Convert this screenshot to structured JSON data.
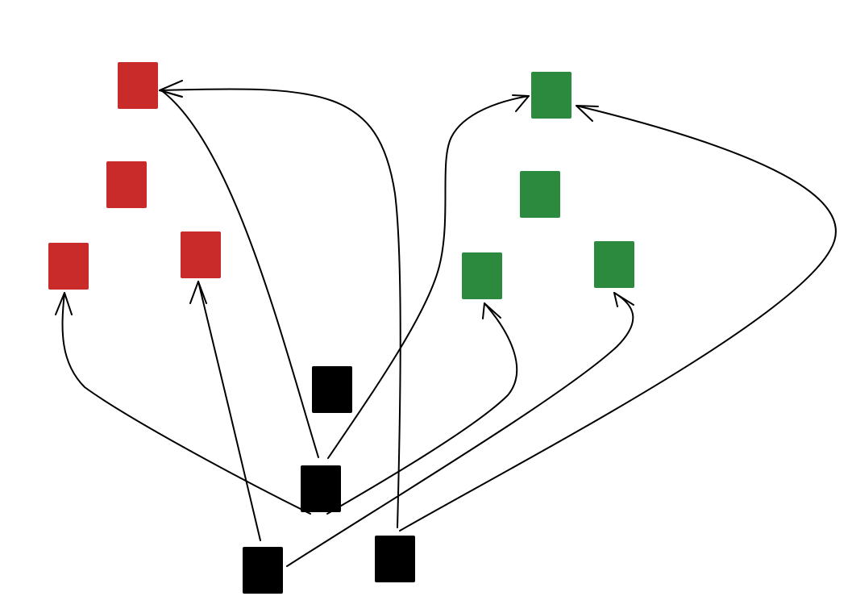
{
  "colors": {
    "background": "#ffffff",
    "red": "#c92a2a",
    "green": "#2b8a3e",
    "black": "#000000",
    "edge": "#000000"
  },
  "nodes": [
    {
      "id": "r1",
      "color": "red"
    },
    {
      "id": "r2",
      "color": "red"
    },
    {
      "id": "r3",
      "color": "red"
    },
    {
      "id": "r4",
      "color": "red"
    },
    {
      "id": "g1",
      "color": "green"
    },
    {
      "id": "g2",
      "color": "green"
    },
    {
      "id": "g3",
      "color": "green"
    },
    {
      "id": "g4",
      "color": "green"
    },
    {
      "id": "b1",
      "color": "black"
    },
    {
      "id": "b2",
      "color": "black"
    },
    {
      "id": "b3",
      "color": "black"
    },
    {
      "id": "b4",
      "color": "black"
    }
  ],
  "edges": [
    {
      "from": "b2",
      "to": "r1"
    },
    {
      "from": "b4",
      "to": "r1"
    },
    {
      "from": "b2",
      "to": "r3"
    },
    {
      "from": "b3",
      "to": "r4"
    },
    {
      "from": "b2",
      "to": "g1"
    },
    {
      "from": "b4",
      "to": "g1"
    },
    {
      "from": "b2",
      "to": "g3"
    },
    {
      "from": "b3",
      "to": "g4"
    }
  ]
}
